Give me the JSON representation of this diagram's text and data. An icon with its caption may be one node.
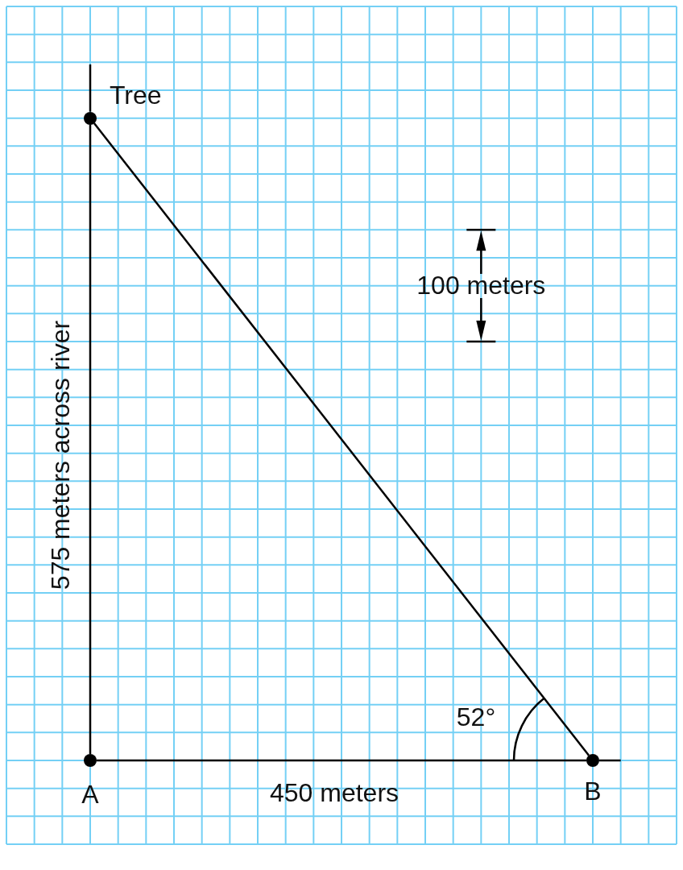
{
  "diagram": {
    "nodes": [
      {
        "text": [],
        "shape": "circle",
        "beside": [
          "Tree"
        ]
      },
      {
        "text": [],
        "shape": "circle",
        "beside": [
          "A"
        ]
      },
      {
        "text": [],
        "shape": "circle",
        "beside": [
          "B"
        ]
      }
    ],
    "edges": [
      {
        "from": 0,
        "to": 1,
        "arrow": "none",
        "label": "575 meters across river"
      },
      {
        "from": 1,
        "to": 2,
        "arrow": "none",
        "label": "450 meters"
      },
      {
        "from": 0,
        "to": 2,
        "arrow": "none"
      }
    ],
    "labels": [
      "100 meters",
      "52°"
    ]
  }
}
